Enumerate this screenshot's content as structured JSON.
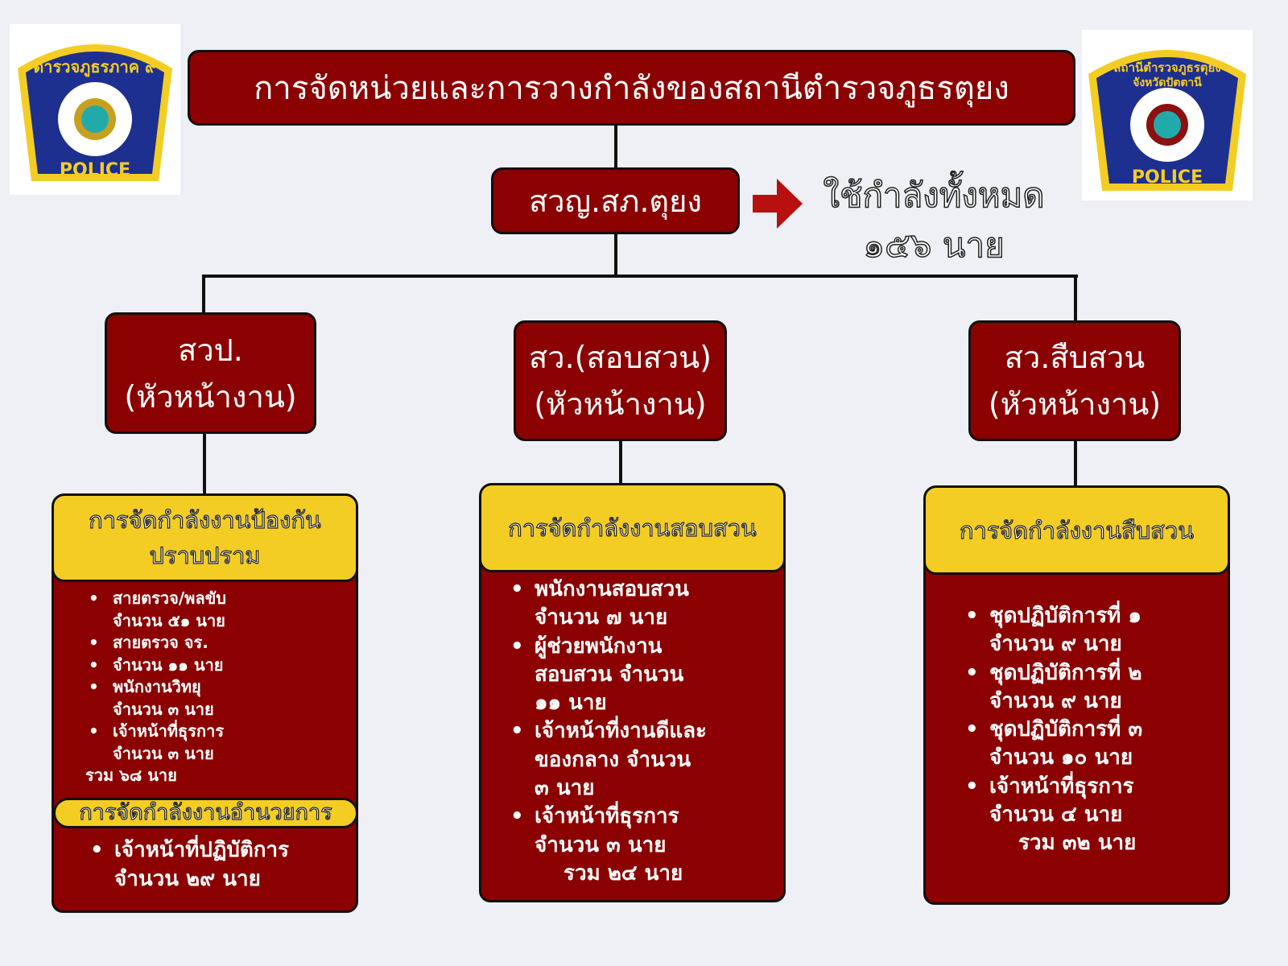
{
  "title": "การจัดหน่วยและการวางกำลังของสถานีตำรวจภูธรตุยง",
  "commander": "สวญ.สภ.ตุยง",
  "total": {
    "line1": "ใช้กำลังทั้งหมด",
    "line2": "๑๕๖ นาย"
  },
  "logos": {
    "left": {
      "text": "ตำรวจภูธรภาค ๙",
      "badge": "POLICE"
    },
    "right": {
      "text": "สถานีตำรวจภูธรตุยง จังหวัดปัตตานี",
      "badge": "POLICE"
    }
  },
  "units": [
    {
      "name": "สวป.",
      "sub": "(หัวหน้างาน)",
      "header": "การจัดกำลังงานป้องกันปราบปราม",
      "items": [
        "สายตรวจ/พลขับ\nจำนวน ๕๑ นาย",
        "สายตรวจ จร.",
        "จำนวน ๑๑ นาย",
        "พนักงานวิทยุ\nจำนวน ๓ นาย",
        "เจ้าหน้าที่ธุรการ\n จำนวน ๓ นาย"
      ],
      "total": "รวม ๖๘ นาย",
      "header2": "การจัดกำลังงานอำนวยการ",
      "items2": [
        "เจ้าหน้าที่ปฏิบัติการ\nจำนวน ๒๙ นาย"
      ]
    },
    {
      "name": "สว.(สอบสวน)",
      "sub": "(หัวหน้างาน)",
      "header": "การจัดกำลังงานสอบสวน",
      "items": [
        "พนักงานสอบสวน\nจำนวน ๗ นาย",
        "ผู้ช่วยพนักงาน\nสอบสวน จำนวน\n๑๑ นาย",
        "เจ้าหน้าที่งานดีและ\nของกลาง จำนวน\n ๓ นาย",
        "เจ้าหน้าที่ธุรการ\nจำนวน ๓ นาย"
      ],
      "total": "รวม ๒๔ นาย"
    },
    {
      "name": "สว.สืบสวน",
      "sub": "(หัวหน้างาน)",
      "header": "การจัดกำลังงานสืบสวน",
      "items": [
        "ชุดปฏิบัติการที่ ๑\nจำนวน ๙ นาย",
        "ชุดปฏิบัติการที่ ๒\n จำนวน ๙ นาย",
        "ชุดปฏิบัติการที่ ๓\nจำนวน ๑๐ นาย",
        "เจ้าหน้าที่ธุรการ\nจำนวน ๔ นาย"
      ],
      "total": "รวม ๓๒ นาย"
    }
  ]
}
